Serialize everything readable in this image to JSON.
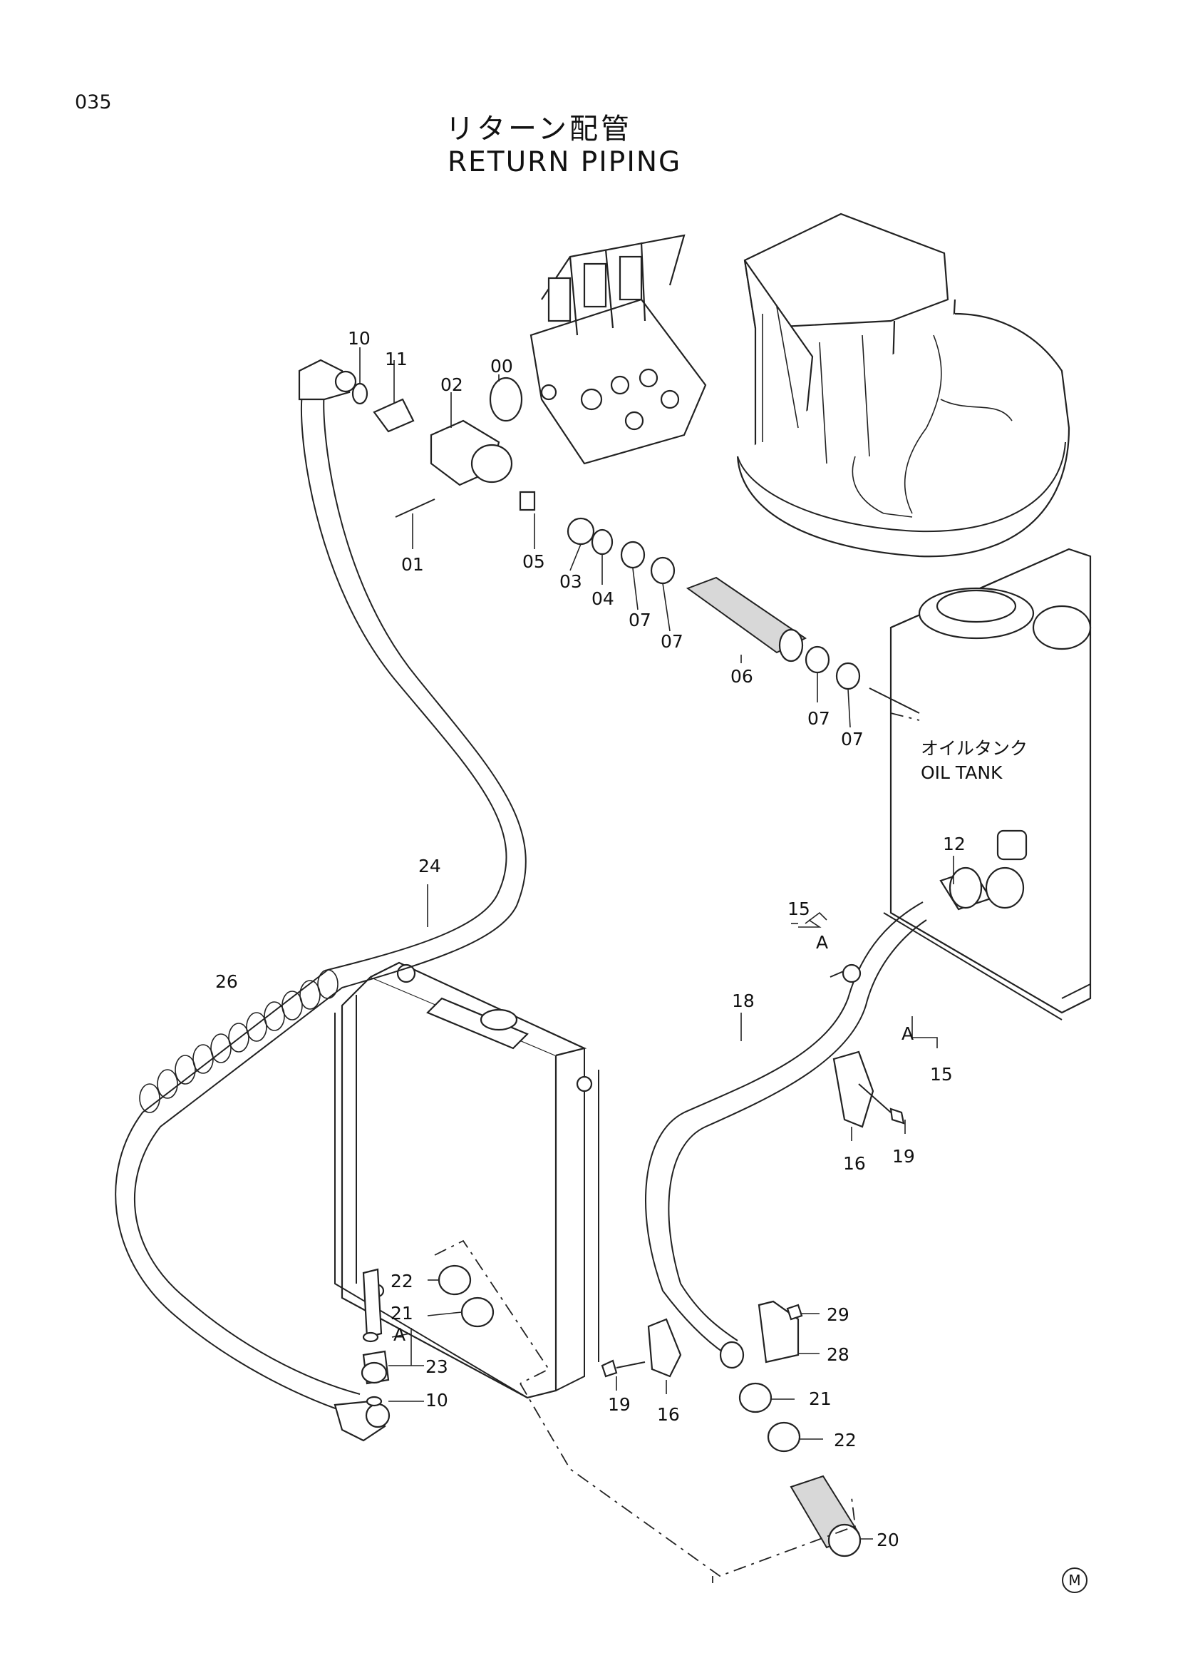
{
  "page_number": "035",
  "title_jp": "リターン配管",
  "title_en": "RETURN PIPING",
  "oil_tank": {
    "jp": "オイルタンク",
    "en": "OIL TANK"
  },
  "mark": "M",
  "callouts": {
    "c10a": "10",
    "c11": "11",
    "c02": "02",
    "c00": "00",
    "c01": "01",
    "c05": "05",
    "c03": "03",
    "c04": "04",
    "c07a": "07",
    "c07b": "07",
    "c06": "06",
    "c07c": "07",
    "c07d": "07",
    "c24": "24",
    "c26": "26",
    "c12": "12",
    "c15a": "15",
    "cAa": "A",
    "c18": "18",
    "cAb": "A",
    "c15b": "15",
    "c16a": "16",
    "c19a": "19",
    "c22a": "22",
    "c21a": "21",
    "cAc": "A",
    "c23": "23",
    "c10b": "10",
    "c29": "29",
    "c28": "28",
    "c19b": "19",
    "c16b": "16",
    "c21b": "21",
    "c22b": "22",
    "c20": "20"
  }
}
